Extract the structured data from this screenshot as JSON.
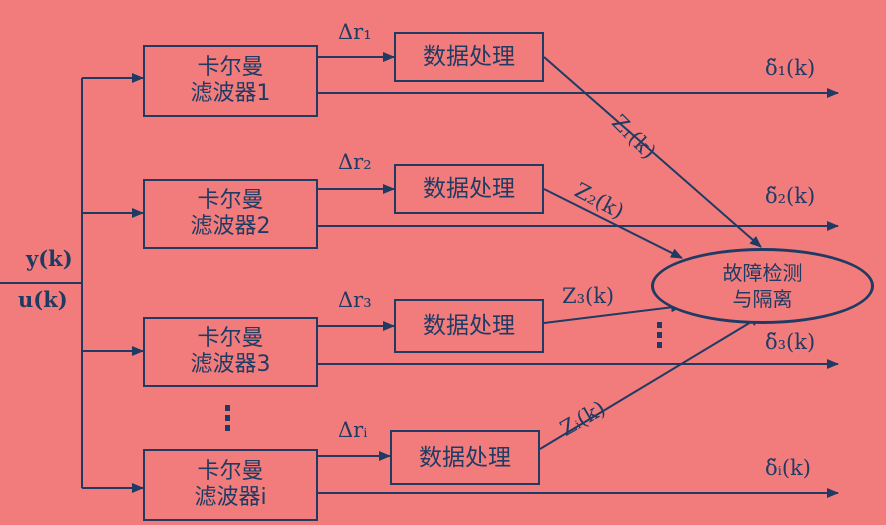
{
  "inputs": {
    "y": "y(k)",
    "u": "u(k)"
  },
  "filters": [
    {
      "line1": "卡尔曼",
      "line2": "滤波器1"
    },
    {
      "line1": "卡尔曼",
      "line2": "滤波器2"
    },
    {
      "line1": "卡尔曼",
      "line2": "滤波器3"
    },
    {
      "line1": "卡尔曼",
      "line2": "滤波器i"
    }
  ],
  "processing": [
    "数据处理",
    "数据处理",
    "数据处理",
    "数据处理"
  ],
  "residuals": [
    "Δr₁",
    "Δr₂",
    "Δr₃",
    "Δrᵢ"
  ],
  "outputs": [
    "δ̃₁(k)",
    "δ̃₂(k)",
    "δ̃₃(k)",
    "δ̃ᵢ(k)"
  ],
  "z_labels": [
    "Z₁(k)",
    "Z₂(k)",
    "Z₃(k)",
    "Zᵢ(k)"
  ],
  "detector": {
    "line1": "故障检测",
    "line2": "与隔离"
  },
  "colors": {
    "background": "#f27c7c",
    "ink": "#1f3b64"
  }
}
